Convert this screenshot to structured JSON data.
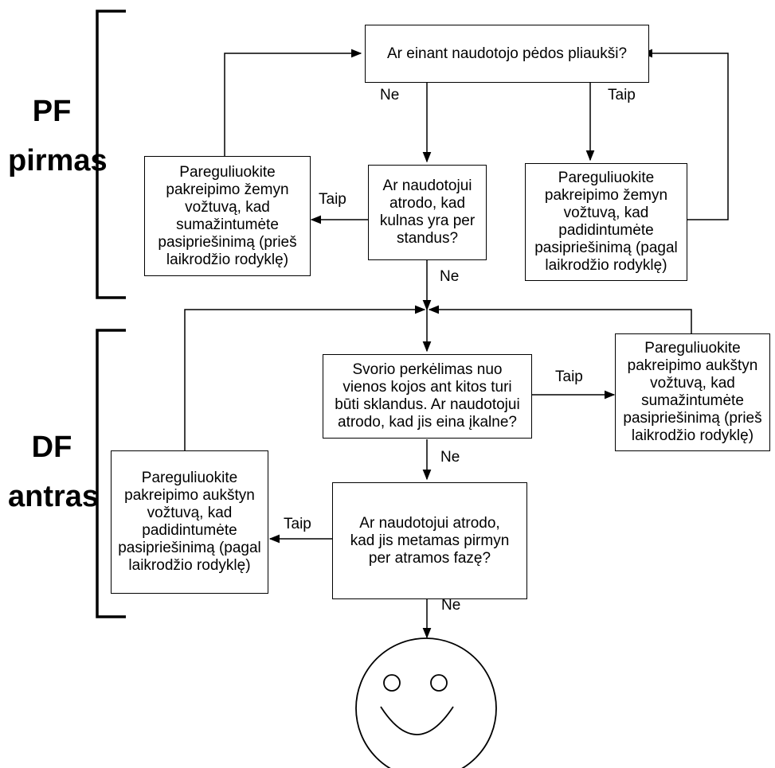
{
  "sections": {
    "pf": {
      "line1": "PF",
      "line2": "pirmas"
    },
    "df": {
      "line1": "DF",
      "line2": "antras"
    }
  },
  "nodes": {
    "q1": "Ar einant naudotojo pėdos pliaukši?",
    "q2": "Ar naudotojui\natrodo, kad\nkulnas yra per\nstandus?",
    "a_left1": "Pareguliuokite\npakreipimo žemyn\nvožtuvą, kad\nsumažintumėte\npasipriešinimą (prieš\nlaikrodžio rodyklę)",
    "a_right1": "Pareguliuokite\npakreipimo žemyn\nvožtuvą, kad\npadidintumėte\npasipriešinimą (pagal\nlaikrodžio rodyklę)",
    "q3": "Svorio perkėlimas nuo\nvienos kojos ant kitos turi\nbūti sklandus. Ar naudotojui\natrodo, kad jis eina įkalne?",
    "a_right2": "Pareguliuokite\npakreipimo aukštyn\nvožtuvą, kad\nsumažintumėte\npasipriešinimą (prieš\nlaikrodžio rodyklę)",
    "q4": "Ar naudotojui atrodo,\nkad jis metamas pirmyn\nper atramos fazę?",
    "a_left2": "Pareguliuokite\npakreipimo aukštyn\nvožtuvą, kad\npadidintumėte\npasipriešinimą (pagal\nlaikrodžio rodyklę)"
  },
  "edge_labels": {
    "q1_no": "Ne",
    "q1_yes": "Taip",
    "q2_yes": "Taip",
    "q2_no": "Ne",
    "q3_yes": "Taip",
    "q3_no": "Ne",
    "q4_yes": "Taip",
    "q4_no": "Ne"
  }
}
